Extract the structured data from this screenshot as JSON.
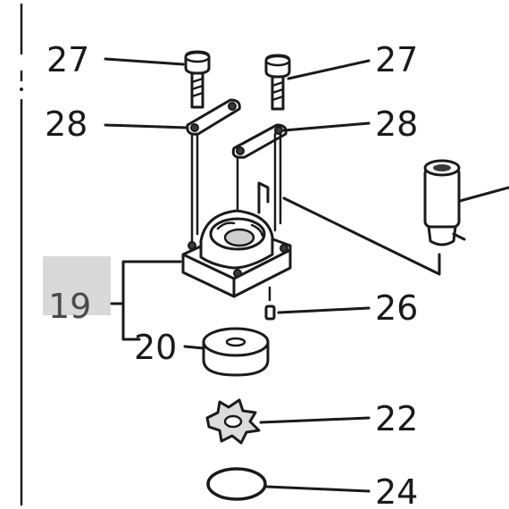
{
  "diagram": {
    "callouts": [
      {
        "id": "bolt-left",
        "label": "27"
      },
      {
        "id": "bolt-right",
        "label": "27"
      },
      {
        "id": "plate-left",
        "label": "28"
      },
      {
        "id": "plate-right",
        "label": "28"
      },
      {
        "id": "housing",
        "label": "19"
      },
      {
        "id": "pin",
        "label": "26"
      },
      {
        "id": "insert",
        "label": "20"
      },
      {
        "id": "impeller",
        "label": "22"
      },
      {
        "id": "gasket",
        "label": "24"
      }
    ],
    "colors": {
      "line": "#1a1a1a",
      "highlight": "#d9d9d9"
    }
  }
}
